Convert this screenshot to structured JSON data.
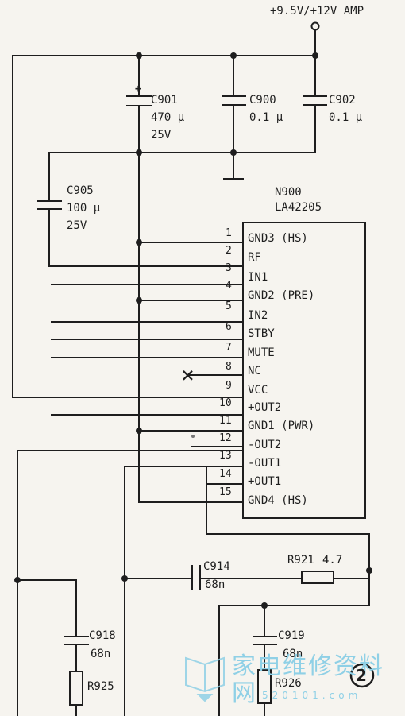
{
  "supply_label": "+9.5V/+12V_AMP",
  "ic": {
    "designator": "N900",
    "part": "LA42205"
  },
  "capacitors": [
    {
      "ref": "C901",
      "value": "470 µ",
      "voltage": "25V",
      "polarity_mark": "+"
    },
    {
      "ref": "C900",
      "value": "0.1 µ"
    },
    {
      "ref": "C902",
      "value": "0.1 µ"
    },
    {
      "ref": "C905",
      "value": "100 µ",
      "voltage": "25V"
    },
    {
      "ref": "C914",
      "value": "68n"
    },
    {
      "ref": "C918",
      "value": "68n"
    },
    {
      "ref": "C919",
      "value": "68n"
    }
  ],
  "resistors": [
    {
      "ref": "R921",
      "value": "4.7"
    },
    {
      "ref": "R925"
    },
    {
      "ref": "R926"
    }
  ],
  "pins": [
    {
      "num": "1",
      "name": "GND3 (HS)"
    },
    {
      "num": "2",
      "name": "RF"
    },
    {
      "num": "3",
      "name": "IN1"
    },
    {
      "num": "4",
      "name": "GND2 (PRE)"
    },
    {
      "num": "5",
      "name": "IN2"
    },
    {
      "num": "6",
      "name": "STBY"
    },
    {
      "num": "7",
      "name": "MUTE"
    },
    {
      "num": "8",
      "name": "NC"
    },
    {
      "num": "9",
      "name": "VCC"
    },
    {
      "num": "10",
      "name": "+OUT2"
    },
    {
      "num": "11",
      "name": "GND1 (PWR)"
    },
    {
      "num": "12",
      "name": "-OUT2"
    },
    {
      "num": "13",
      "name": "-OUT1"
    },
    {
      "num": "14",
      "name": "+OUT1"
    },
    {
      "num": "15",
      "name": "GND4 (HS)"
    }
  ],
  "nc_marker": "×",
  "watermark": {
    "cn": "家电维修资料网",
    "url": "520101.com",
    "badge": "2"
  }
}
